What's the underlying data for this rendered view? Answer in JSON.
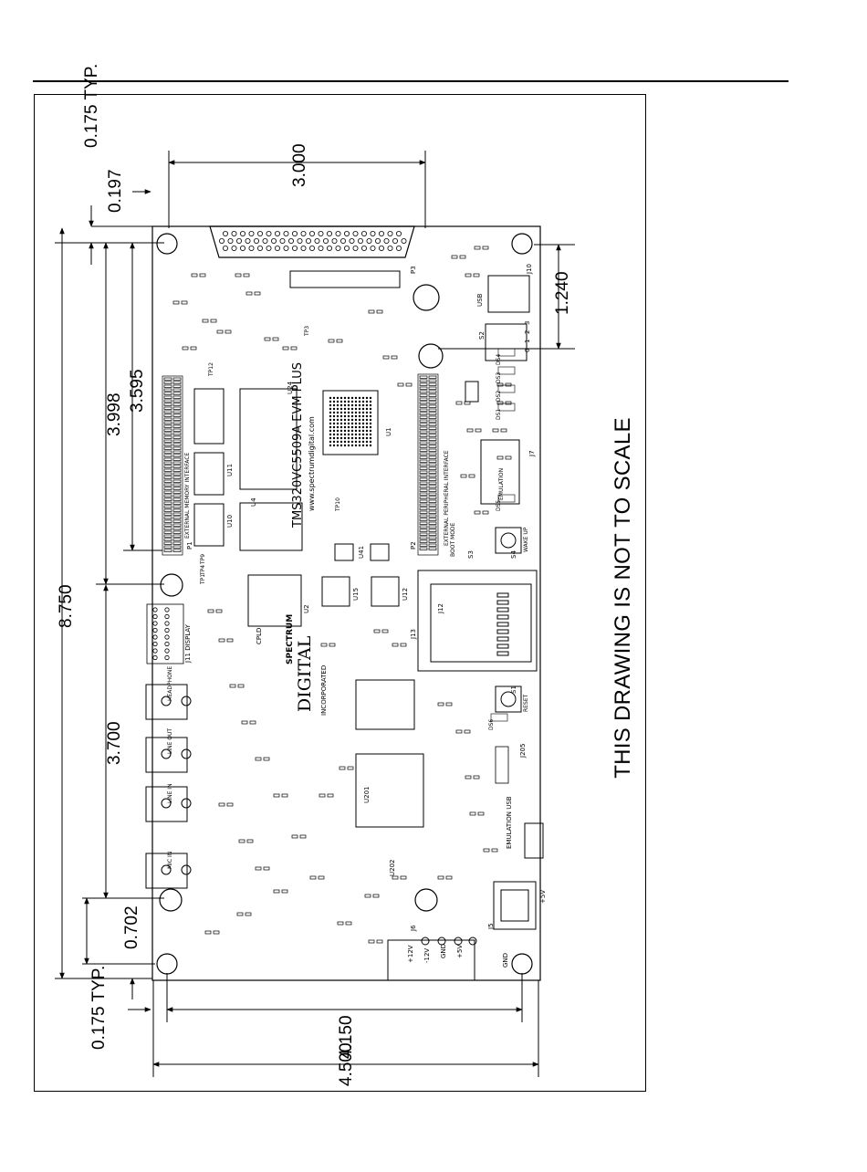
{
  "page": {
    "note": "THIS DRAWING IS NOT TO SCALE"
  },
  "dimensions": {
    "top_typ": "0.175 TYP.",
    "top_offset": "0.197",
    "width_3000": "3.000",
    "height_3998": "3.998",
    "height_3595": "3.595",
    "right_1240": "1.240",
    "total_8750": "8.750",
    "height_3700": "3.700",
    "bottom_0702": "0.702",
    "bottom_typ": "0.175 TYP.",
    "width_4150": "4.150",
    "width_4500": "4.500"
  },
  "board": {
    "title": "TMS320VC5509A EVM PLUS",
    "url": "www.spectrumdigital.com",
    "logo_top": "SPECTRUM",
    "logo_main": "DIGITAL",
    "logo_sub": "INCORPORATED",
    "ext_memory": "EXTERNAL MEMORY INTERFACE",
    "ext_peripheral": "EXTERNAL PERIPHERAL INTERFACE",
    "display": "J11 DISPLAY",
    "emulation_usb": "EMULATION USB",
    "emulation": "EMULATION",
    "reset": "RESET",
    "wake_up": "WAKE UP",
    "boot_mode": "BOOT MODE",
    "u1": "U1",
    "u2": "U2",
    "u4": "U4",
    "u24": "U24",
    "u11": "U11",
    "u10": "U10",
    "u15": "U15",
    "u12": "U12",
    "u201": "U201",
    "u202": "U202",
    "u41": "U41",
    "j13": "J13",
    "j12": "J12",
    "j5": "J5",
    "j6": "J6",
    "j205": "J205",
    "j7": "J7",
    "j10": "J10",
    "p1": "P1",
    "p2": "P2",
    "p3": "P3",
    "s1": "S1",
    "s2": "S2",
    "s3": "S3",
    "s4": "S4",
    "headphone": "HEADPHONE",
    "line_out": "LINE OUT",
    "line_in": "LINE IN",
    "mic_in": "MIC IN",
    "plus12": "+12V",
    "minus12": "-12V",
    "gnd": "GND",
    "plus5": "+5V",
    "plus5_j5": "+5V",
    "gnd_j5": "GND",
    "usb_label": "USB",
    "ds": [
      "DS1",
      "DS2",
      "DS3",
      "DS4",
      "DS5",
      "DS6"
    ],
    "switch_digits": [
      "0",
      "1",
      "2",
      "3"
    ],
    "cpld": "CPLD",
    "tp_labels": [
      "TP1",
      "TP3",
      "TP4",
      "TP9",
      "TP10",
      "TP12"
    ]
  }
}
